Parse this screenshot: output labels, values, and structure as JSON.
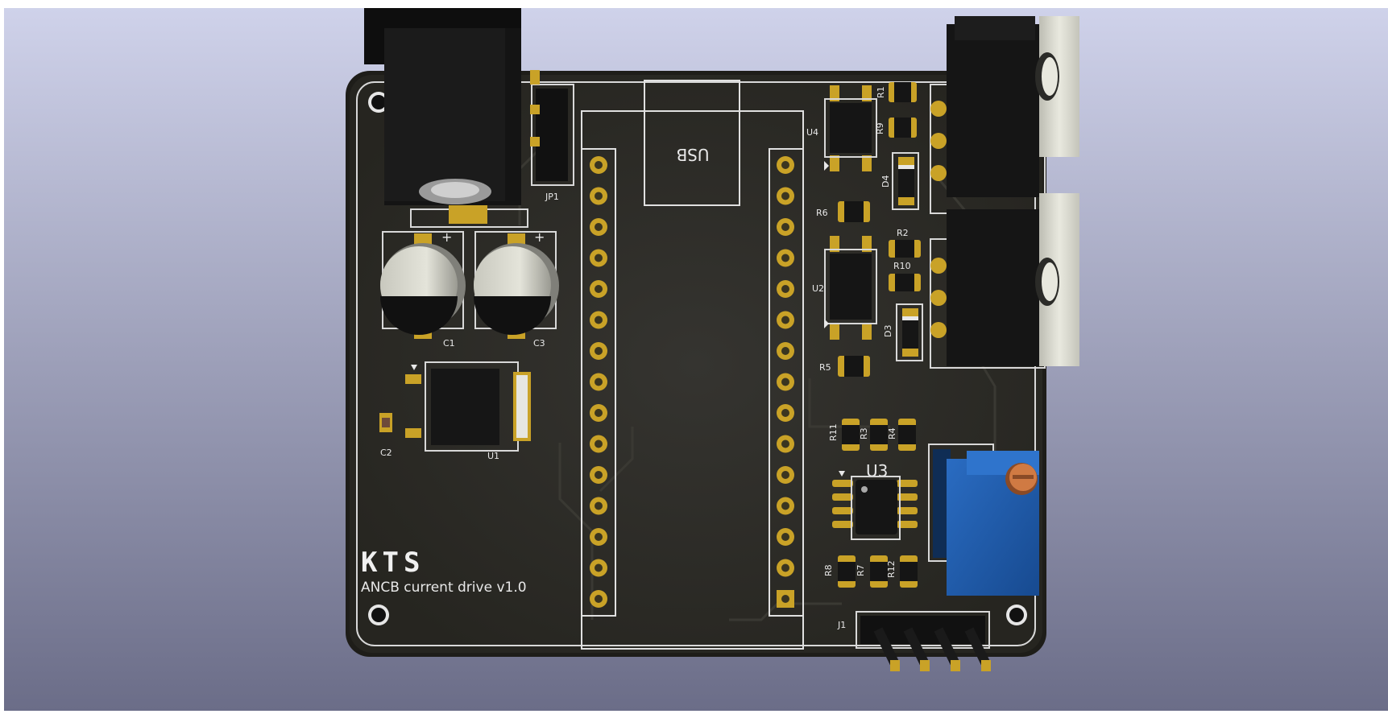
{
  "board": {
    "logo_text": "KTS",
    "title_text": "ANCB current drive v1.0",
    "usb_label": "USB"
  },
  "designators": {
    "jp1": "JP1",
    "c1": "C1",
    "c3": "C3",
    "c2": "C2",
    "u1": "U1",
    "u4": "U4",
    "u2": "U2",
    "u3": "U3",
    "r1": "R1",
    "r9": "R9",
    "r6": "R6",
    "r2": "R2",
    "r10": "R10",
    "r5": "R5",
    "d4": "D4",
    "d3": "D3",
    "r11": "R11",
    "r3": "R3",
    "r4": "R4",
    "r8": "R8",
    "r7": "R7",
    "r12": "R12",
    "j1": "J1"
  },
  "colors": {
    "background_top": "#c9cce6",
    "background_bottom": "#6d6f8a",
    "pcb": "#2b2a25",
    "copper": "#c9a227",
    "silkscreen": "#e8e8e8",
    "trimmer_blue": "#1f5fb0",
    "trimmer_screw": "#c8703a"
  }
}
